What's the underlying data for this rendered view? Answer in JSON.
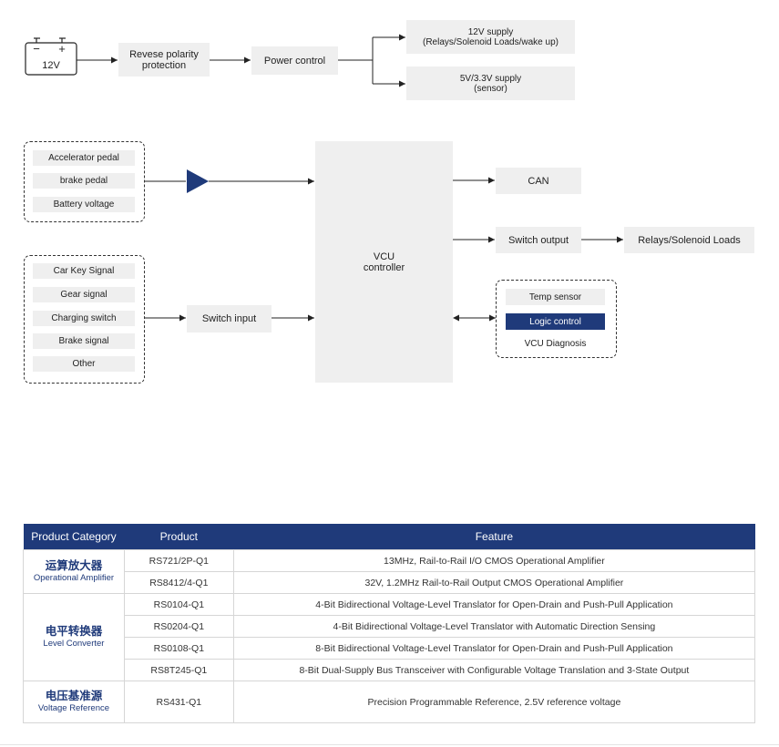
{
  "battery": {
    "minus": "−",
    "plus": "+",
    "label": "12V"
  },
  "power": {
    "reverse_polarity": "Revese polarity protection",
    "power_control": "Power control",
    "supply_12v": "12V supply",
    "supply_12v_sub": "(Relays/Solenoid Loads/wake up)",
    "supply_5v": "5V/3.3V supply",
    "supply_5v_sub": "(sensor)"
  },
  "analog_inputs": [
    "Accelerator pedal",
    "brake pedal",
    "Battery voltage"
  ],
  "switch_inputs": [
    "Car Key Signal",
    "Gear signal",
    "Charging switch",
    "Brake signal",
    "Other"
  ],
  "switch_input_label": "Switch input",
  "vcu": {
    "line1": "VCU",
    "line2": "controller"
  },
  "outputs": {
    "can": "CAN",
    "switch_output": "Switch output",
    "relays": "Relays/Solenoid Loads"
  },
  "diagnosis": {
    "temp_sensor": "Temp sensor",
    "logic_control": "Logic control",
    "title": "VCU Diagnosis"
  },
  "colors": {
    "navy": "#1f3a7a",
    "box_gray": "#efefef"
  },
  "table": {
    "headers": [
      "Product Category",
      "Product",
      "Feature"
    ],
    "groups": [
      {
        "cn": "运算放大器",
        "en": "Operational Amplifier",
        "rows": [
          {
            "product": "RS721/2P-Q1",
            "feature": "13MHz, Rail-to-Rail I/O CMOS Operational Amplifier"
          },
          {
            "product": "RS8412/4-Q1",
            "feature": "32V, 1.2MHz Rail-to-Rail Output CMOS Operational Amplifier"
          }
        ]
      },
      {
        "cn": "电平转换器",
        "en": "Level Converter",
        "rows": [
          {
            "product": "RS0104-Q1",
            "feature": "4-Bit Bidirectional Voltage-Level Translator for Open-Drain and Push-Pull Application"
          },
          {
            "product": "RS0204-Q1",
            "feature": "4-Bit Bidirectional Voltage-Level Translator with Automatic Direction Sensing"
          },
          {
            "product": "RS0108-Q1",
            "feature": "8-Bit Bidirectional Voltage-Level Translator for Open-Drain and Push-Pull Application"
          },
          {
            "product": "RS8T245-Q1",
            "feature": "8-Bit Dual-Supply Bus Transceiver with Configurable Voltage Translation and 3-State Output"
          }
        ]
      },
      {
        "cn": "电压基准源",
        "en": "Voltage Reference",
        "rows": [
          {
            "product": "RS431-Q1",
            "feature": "Precision Programmable Reference, 2.5V reference voltage"
          }
        ]
      }
    ]
  }
}
